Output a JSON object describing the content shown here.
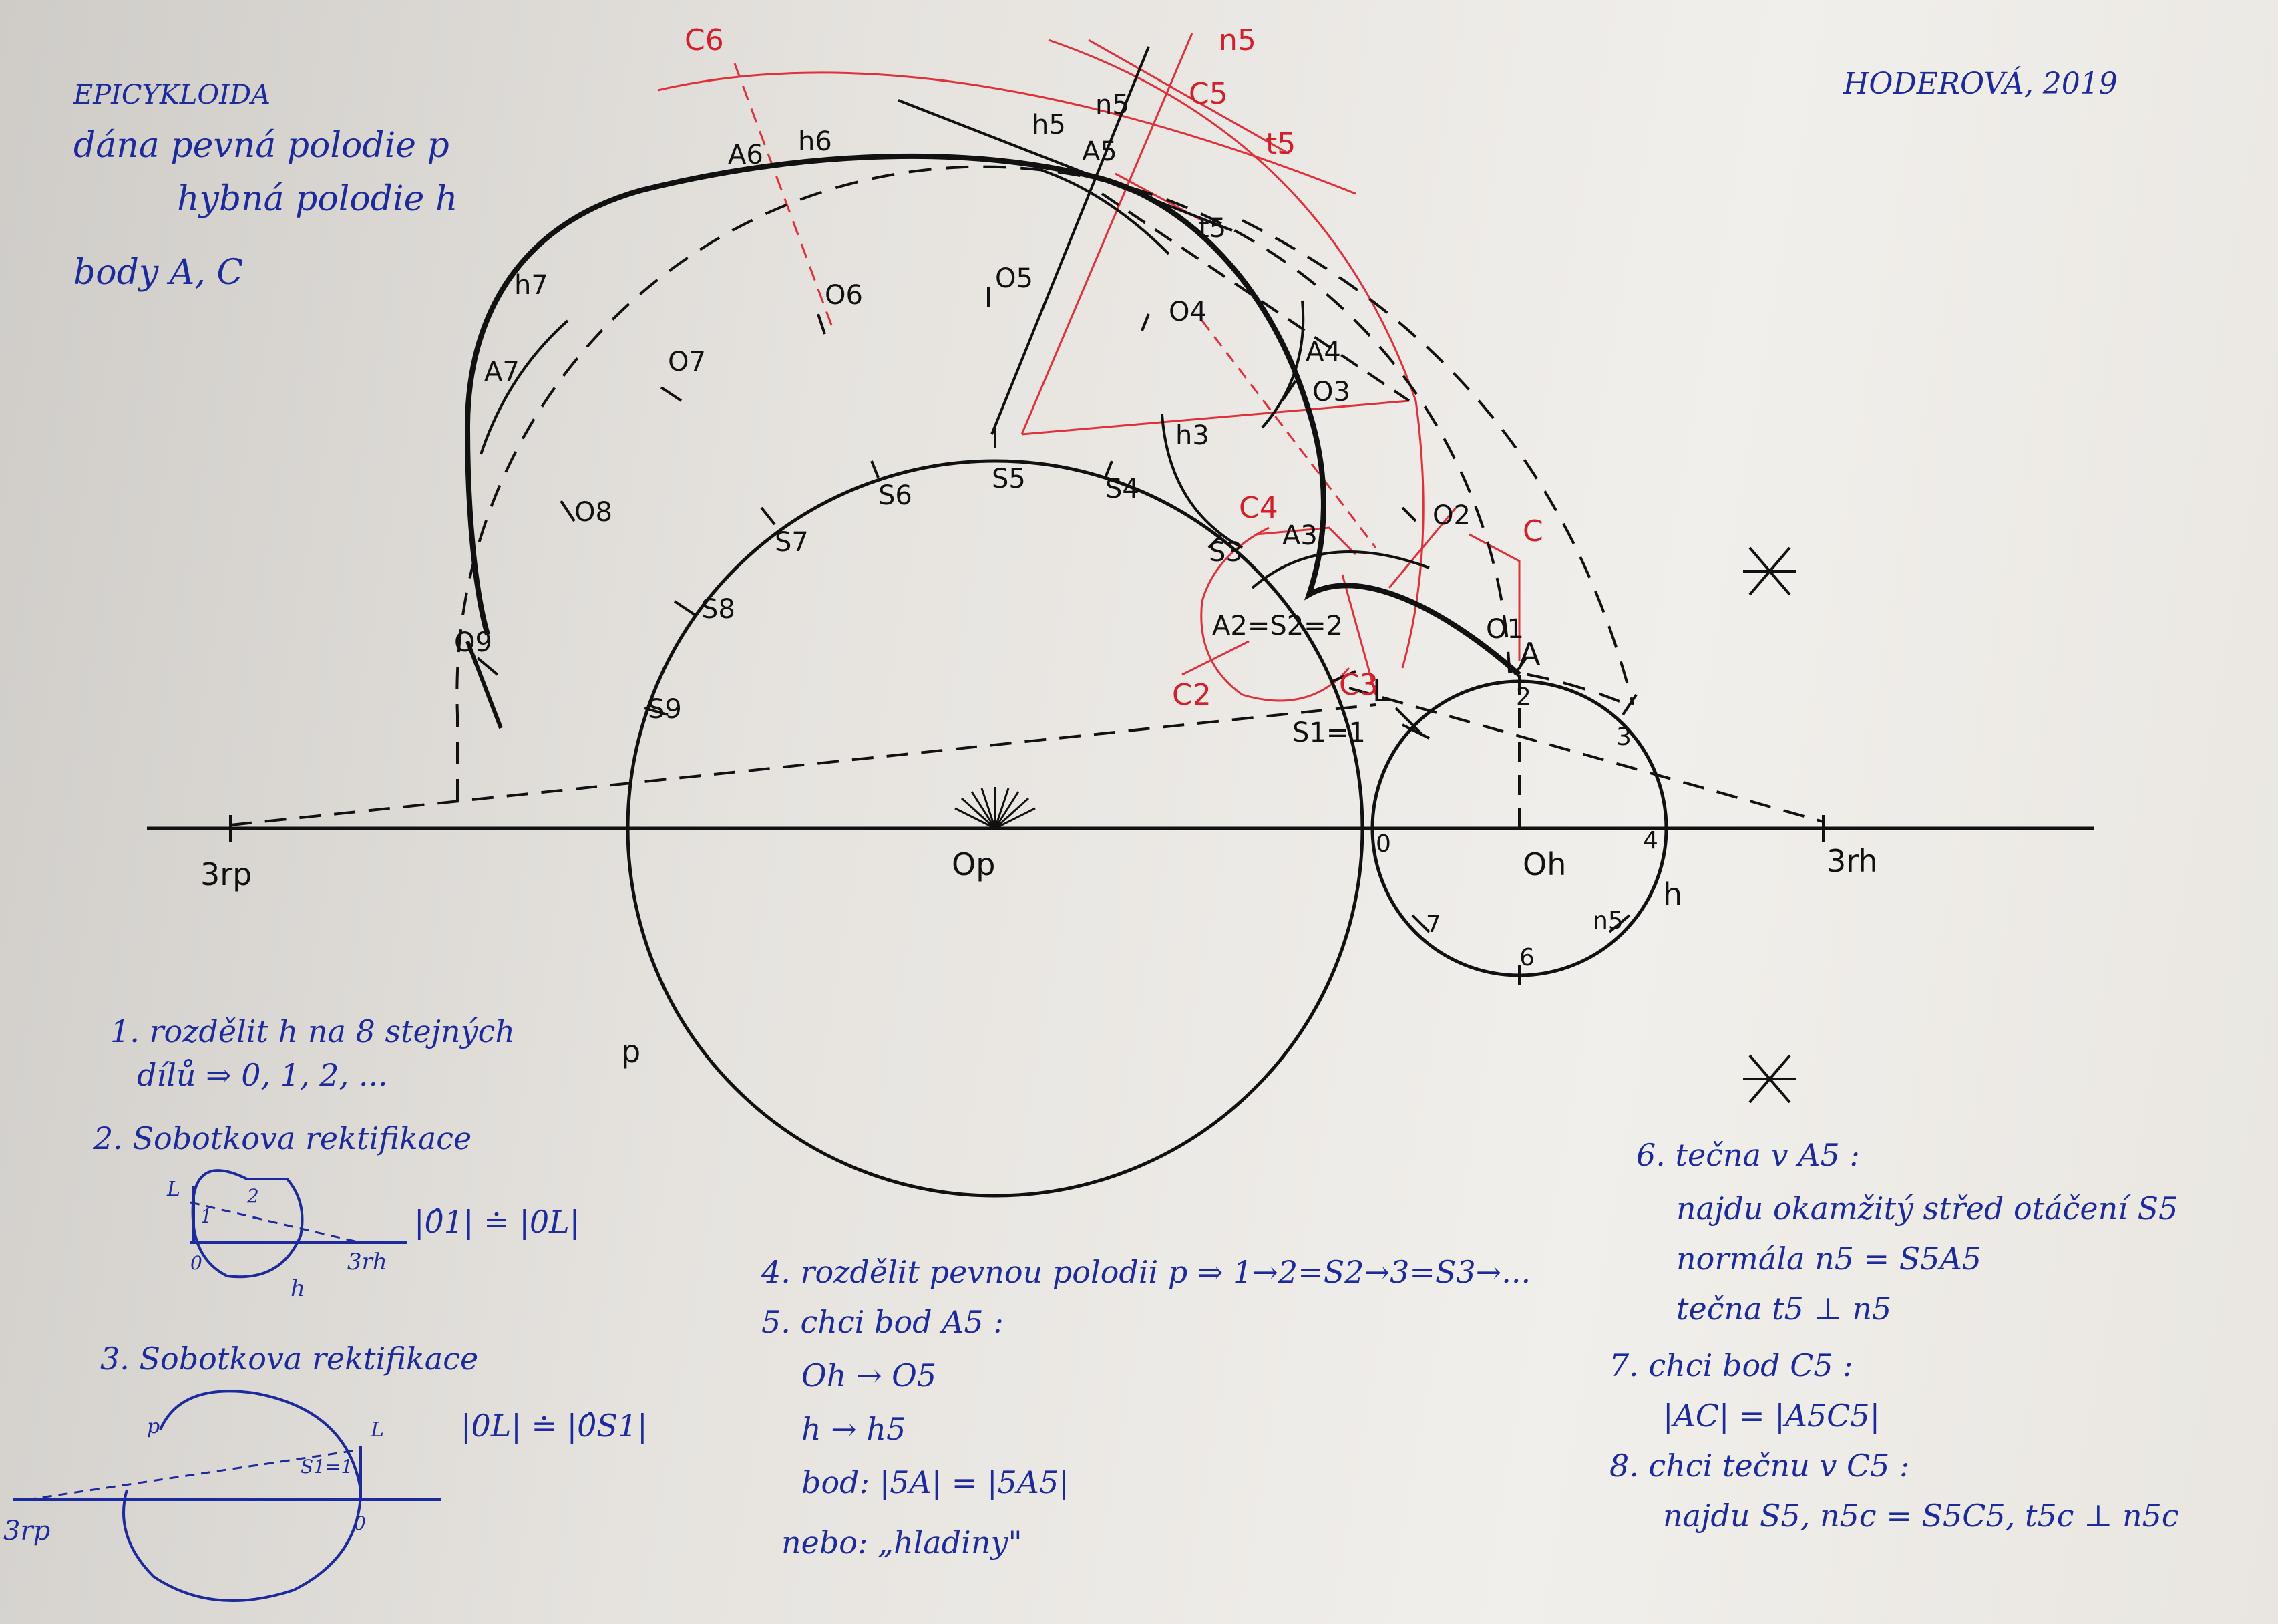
{
  "notes": {
    "title": "EPICYKLOIDA",
    "given_1": "dána pevná polodie p",
    "given_2": "hybná polodie h",
    "given_3": "body A, C",
    "author": "HODEROVÁ, 2019"
  },
  "drawing": {
    "labels": {
      "3rp": "3rp",
      "op": "Op",
      "oh": "Oh",
      "3rh": "3rh",
      "h": "h",
      "p": "p",
      "n0": "0",
      "n2": "2",
      "n3": "3",
      "n4": "4",
      "n5": "n5",
      "n6": "6",
      "n7": "7",
      "l": "L",
      "s1": "S1=1",
      "as2": "A2=S2=2",
      "a": "A",
      "o1": "O1",
      "o2": "O2",
      "o3": "O3",
      "o4": "O4",
      "o5": "O5",
      "o6": "O6",
      "o7": "O7",
      "o8": "O8",
      "o9": "O9",
      "s3": "S3",
      "s4": "S4",
      "s5": "S5",
      "s6": "S6",
      "s7": "S7",
      "s8": "S8",
      "s9": "S9",
      "a3": "A3",
      "a4": "A4",
      "a5": "A5",
      "a6": "A6",
      "a7": "A7",
      "h3": "h3",
      "h5": "h5",
      "h6": "h6",
      "h7": "h7",
      "t5": "t5"
    },
    "red_labels": {
      "c6": "C6",
      "n5": "n5",
      "c5": "C5",
      "t5": "t5",
      "c4": "C4",
      "c3": "C3",
      "c2": "C2",
      "c": "C"
    }
  },
  "sketch2": {
    "l": "L",
    "n1": "1",
    "n2": "2",
    "n0": "0",
    "rh": "3rh",
    "h": "h"
  },
  "sketch3": {
    "p": "p",
    "l": "L",
    "s1": "S1=1",
    "n0": "0",
    "rp": "3rp"
  },
  "steps": {
    "s1_a": "1. rozdělit h na 8 stejných",
    "s1_b": "dílů ⇒ 0, 1, 2, ...",
    "s2_title": "2. Sobotkova rektifikace",
    "s2_eq": "|0̂1| ≐ |0L|",
    "s3_title": "3. Sobotkova rektifikace",
    "s3_eq": "|0L| ≐ |0̂S1|",
    "s4": "4. rozdělit pevnou polodii p ⇒ 1→2=S2→3=S3→...",
    "s5_title": "5. chci bod A5 :",
    "s5_a": "Oh → O5",
    "s5_b": "h → h5",
    "s5_c": "bod: |5A| = |5A5|",
    "s5_d": "nebo: „hladiny\"",
    "s6_title": "6. tečna v A5 :",
    "s6_a": "najdu okamžitý střed otáčení S5",
    "s6_b": "normála n5 = S5A5",
    "s6_c": "tečna t5 ⊥ n5",
    "s7_title": "7. chci bod C5 :",
    "s7_eq": "|AC| = |A5C5|",
    "s8_title": "8. chci tečnu v C5 :",
    "s8_a": "najdu S5, n5c = S5C5, t5c ⊥ n5c"
  }
}
